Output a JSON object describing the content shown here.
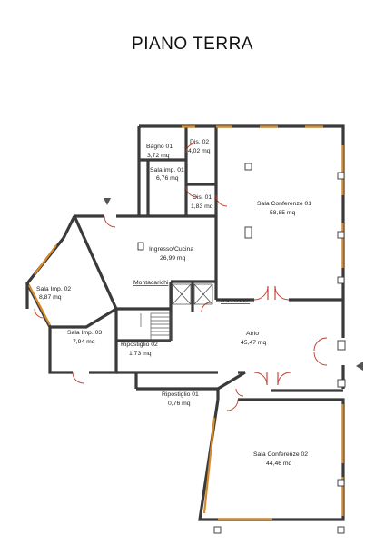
{
  "title": "PIANO TERRA",
  "rooms": [
    {
      "id": "bagno-01",
      "name": "Bagno 01",
      "area": "3,72 mq"
    },
    {
      "id": "dis-02",
      "name": "Dis. 02",
      "area": "4,02 mq"
    },
    {
      "id": "sala-imp-01",
      "name": "Sala imp. 01",
      "area": "6,76 mq"
    },
    {
      "id": "dis-01",
      "name": "Dis. 01",
      "area": "1,83 mq"
    },
    {
      "id": "sala-conferenze-01",
      "name": "Sala Conferenze 01",
      "area": "58,85 mq"
    },
    {
      "id": "ingresso-cucina",
      "name": "Ingresso/Cucina",
      "area": "26,99 mq"
    },
    {
      "id": "sala-imp-02",
      "name": "Sala Imp. 02",
      "area": "8,87 mq"
    },
    {
      "id": "sala-imp-03",
      "name": "Sala Imp. 03",
      "area": "7,94 mq"
    },
    {
      "id": "ripostiglio-02",
      "name": "Ripostiglio 02",
      "area": "1,73 mq"
    },
    {
      "id": "atrio",
      "name": "Atrio",
      "area": "45,47 mq"
    },
    {
      "id": "ripostiglio-01",
      "name": "Ripostiglio 01",
      "area": "0,76 mq"
    },
    {
      "id": "sala-conferenze-02",
      "name": "Sala Conferenze 02",
      "area": "44,46 mq"
    }
  ],
  "labels": {
    "montacarichi": "Montacarichi",
    "ascensore": "Ascensore"
  },
  "colors": {
    "wall": "#3a3a3a",
    "window": "#d98a2b",
    "door": "#c0392b"
  }
}
